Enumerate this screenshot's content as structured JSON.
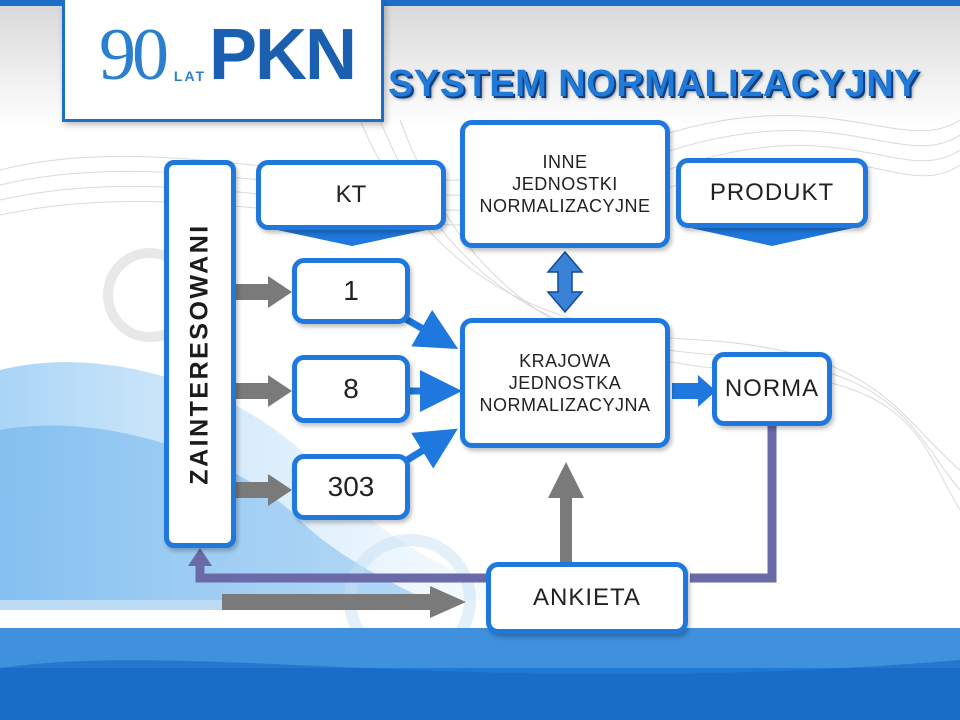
{
  "logo": {
    "number": "90",
    "lat": "LAT",
    "word": "PKN"
  },
  "title": "SYSTEM NORMALIZACYJNY",
  "stakeholders_label": "ZAINTERESOWANI",
  "kt": {
    "label": "KT",
    "items": [
      "1",
      "8",
      "303"
    ]
  },
  "other_bodies": {
    "line1": "INNE",
    "line2": "JEDNOSTKI",
    "line3": "NORMALIZACYJNE"
  },
  "product": {
    "label": "PRODUKT"
  },
  "national_body": {
    "line1": "KRAJOWA",
    "line2": "JEDNOSTKA",
    "line3": "NORMALIZACYJNA"
  },
  "norm": {
    "label": "NORMA"
  },
  "survey": {
    "label": "ANKIETA"
  },
  "colors": {
    "accent": "#1e78dd",
    "title": "#1f7ad8",
    "gray_arrow": "#7a7a7a",
    "purple_line": "#6a6aa8",
    "bottom_band": "#1f78d2"
  }
}
